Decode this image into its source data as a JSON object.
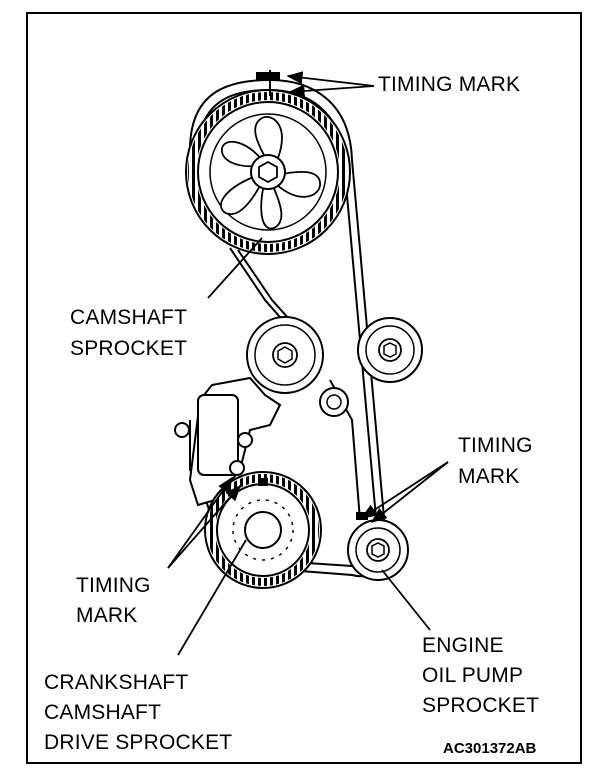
{
  "labels": {
    "timing_mark_top": "TIMING MARK",
    "camshaft_sprocket": [
      "CAMSHAFT",
      "SPROCKET"
    ],
    "timing_mark_right": [
      "TIMING",
      "MARK"
    ],
    "timing_mark_left": [
      "TIMING",
      "MARK"
    ],
    "crankshaft_drive_sprocket": [
      "CRANKSHAFT",
      "CAMSHAFT",
      "DRIVE SPROCKET"
    ],
    "engine_oil_pump_sprocket": [
      "ENGINE",
      "OIL PUMP",
      "SPROCKET"
    ]
  },
  "figure_code": "AC301372AB"
}
